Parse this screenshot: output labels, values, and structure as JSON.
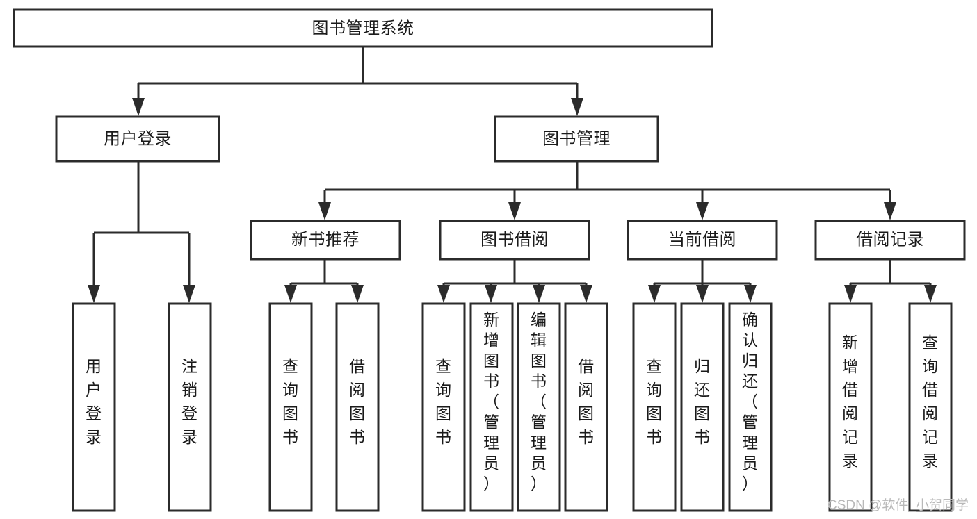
{
  "diagram": {
    "type": "tree-hierarchy",
    "title": "图书管理系统",
    "root": {
      "id": "root",
      "label": "图书管理系统",
      "orientation": "horizontal"
    },
    "level2": [
      {
        "id": "user-login",
        "label": "用户登录",
        "orientation": "horizontal"
      },
      {
        "id": "book-management",
        "label": "图书管理",
        "orientation": "horizontal"
      }
    ],
    "level3": [
      {
        "id": "new-book-recommend",
        "label": "新书推荐",
        "parent": "book-management",
        "orientation": "horizontal"
      },
      {
        "id": "book-borrow",
        "label": "图书借阅",
        "parent": "book-management",
        "orientation": "horizontal"
      },
      {
        "id": "current-borrow",
        "label": "当前借阅",
        "parent": "book-management",
        "orientation": "horizontal"
      },
      {
        "id": "borrow-record",
        "label": "借阅记录",
        "parent": "book-management",
        "orientation": "horizontal"
      }
    ],
    "leaves": [
      {
        "id": "leaf-user-login",
        "label": "用户登录",
        "parent": "user-login",
        "orientation": "vertical"
      },
      {
        "id": "leaf-user-logout",
        "label": "注销登录",
        "parent": "user-login",
        "orientation": "vertical"
      },
      {
        "id": "leaf-query-book-1",
        "label": "查询图书",
        "parent": "new-book-recommend",
        "orientation": "vertical"
      },
      {
        "id": "leaf-borrow-book-1",
        "label": "借阅图书",
        "parent": "new-book-recommend",
        "orientation": "vertical"
      },
      {
        "id": "leaf-query-book-2",
        "label": "查询图书",
        "parent": "book-borrow",
        "orientation": "vertical"
      },
      {
        "id": "leaf-add-book",
        "label": "新增图书（管理员）",
        "parent": "book-borrow",
        "orientation": "vertical"
      },
      {
        "id": "leaf-edit-book",
        "label": "编辑图书（管理员）",
        "parent": "book-borrow",
        "orientation": "vertical"
      },
      {
        "id": "leaf-borrow-book-2",
        "label": "借阅图书",
        "parent": "book-borrow",
        "orientation": "vertical"
      },
      {
        "id": "leaf-query-book-3",
        "label": "查询图书",
        "parent": "current-borrow",
        "orientation": "vertical"
      },
      {
        "id": "leaf-return-book",
        "label": "归还图书",
        "parent": "current-borrow",
        "orientation": "vertical"
      },
      {
        "id": "leaf-confirm-return",
        "label": "确认归还（管理员）",
        "parent": "current-borrow",
        "orientation": "vertical"
      },
      {
        "id": "leaf-add-record",
        "label": "新增借阅记录",
        "parent": "borrow-record",
        "orientation": "vertical"
      },
      {
        "id": "leaf-query-record",
        "label": "查询借阅记录",
        "parent": "borrow-record",
        "orientation": "vertical"
      }
    ],
    "colors": {
      "box_stroke": "#2b2b2b",
      "box_fill": "#ffffff",
      "text": "#1a1a1a",
      "connector": "#2b2b2b",
      "watermark": "#b9b9b9",
      "background": "#ffffff"
    }
  },
  "watermark": {
    "text": "CSDN @软件_小贺同学"
  }
}
